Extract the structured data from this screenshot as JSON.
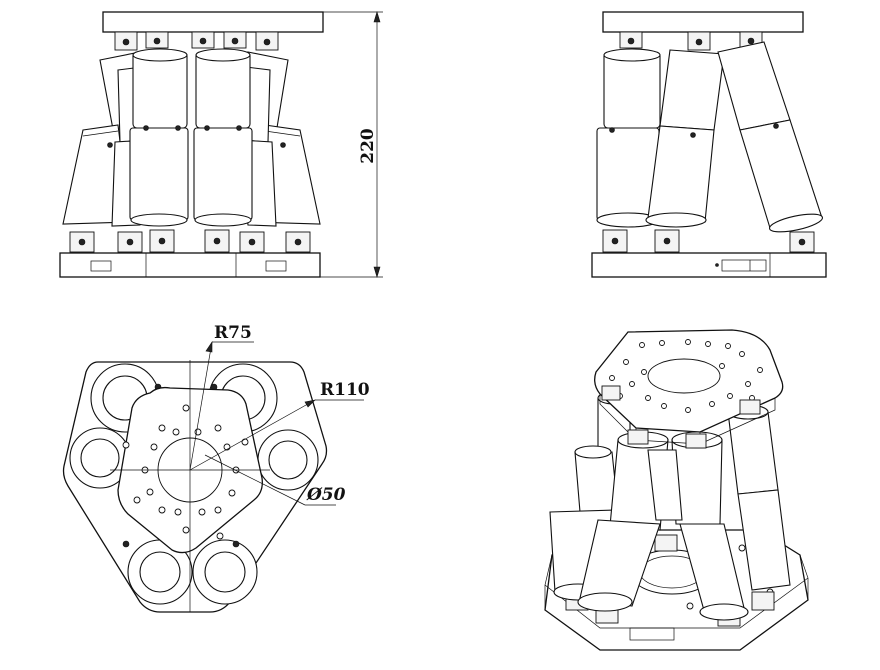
{
  "dimensions": {
    "height": "220",
    "platform_radius": "R75",
    "base_radius": "R110",
    "center_hole_diameter": "Ø50"
  },
  "colors": {
    "line": "#111111",
    "background": "#ffffff"
  }
}
